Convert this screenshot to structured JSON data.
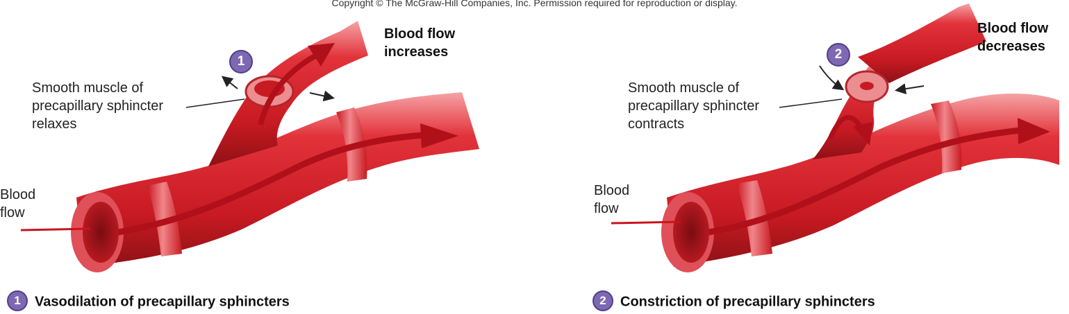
{
  "copyright": "Copyright © The McGraw-Hill Companies, Inc. Permission required for reproduction or display.",
  "colors": {
    "vessel": "#d8272f",
    "vessel_dark": "#9e1419",
    "vessel_light": "#f2a2a4",
    "sphincter": "#e9888a",
    "badge": "#7e68b3",
    "flow_arrow": "#c9141c"
  },
  "panel1": {
    "badge": "1",
    "outcome_line1": "Blood flow",
    "outcome_line2": "increases",
    "muscle_line1": "Smooth muscle of",
    "muscle_line2": "precapillary sphincter",
    "muscle_line3": "relaxes",
    "inflow_line1": "Blood",
    "inflow_line2": "flow",
    "caption_badge": "1",
    "caption": "Vasodilation of precapillary sphincters"
  },
  "panel2": {
    "badge": "2",
    "outcome_line1": "Blood flow",
    "outcome_line2": "decreases",
    "muscle_line1": "Smooth muscle of",
    "muscle_line2": "precapillary sphincter",
    "muscle_line3": "contracts",
    "inflow_line1": "Blood",
    "inflow_line2": "flow",
    "caption_badge": "2",
    "caption": "Constriction of precapillary sphincters"
  }
}
